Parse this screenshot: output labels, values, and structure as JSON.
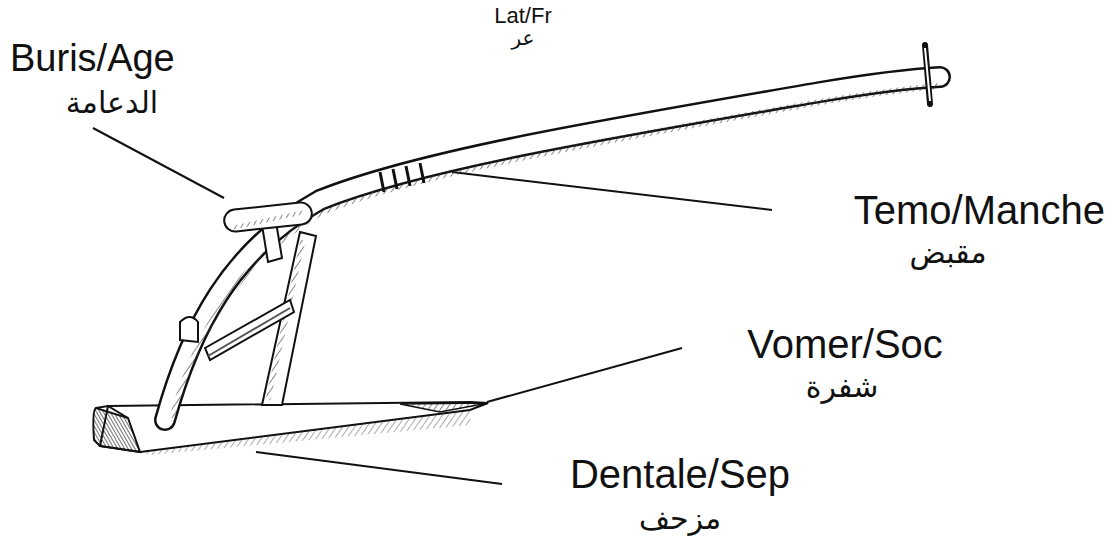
{
  "diagram": {
    "labels": [
      "Lat/Fr",
      "عر",
      "Buris/Age",
      "الدعامة",
      "Temo/Manche",
      "مقبض",
      "Vomer/Soc",
      "شفرة",
      "Dentale/Sep",
      "مزحف"
    ]
  }
}
